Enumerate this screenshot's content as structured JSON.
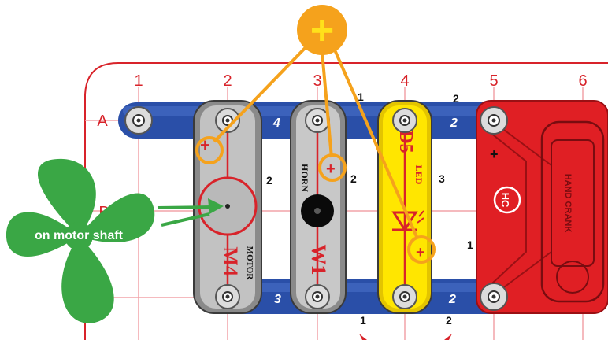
{
  "grid": {
    "columns": [
      "1",
      "2",
      "3",
      "4",
      "5",
      "6"
    ],
    "rows": [
      "A",
      "B"
    ]
  },
  "wire_numbers": {
    "top_blue_left": "4",
    "top_blue_right": "2",
    "top_black_left": "1",
    "top_black_right": "2",
    "bottom_blue_left": "3",
    "bottom_blue_right": "2",
    "bottom_black_left": "1",
    "bottom_black_right": "2",
    "side_motor": "2",
    "side_horn": "2",
    "side_led": "3",
    "side_right": "1"
  },
  "components": {
    "motor": {
      "code": "M4",
      "name": "MOTOR"
    },
    "horn": {
      "code": "W1",
      "name": "HORN"
    },
    "led": {
      "code": "D5",
      "name": "LED"
    },
    "crank": {
      "code": "HC",
      "name": "HAND CRANK"
    }
  },
  "fan": {
    "label": "on motor shaft"
  },
  "callout": {
    "symbol": "+"
  },
  "polarity_symbol": "+",
  "colors": {
    "blue_wire": "#2a4fa8",
    "red_line": "#d8232a",
    "grid_line": "#f2a3a8",
    "callout_orange": "#f5a21c",
    "callout_yellow": "#ffe11a",
    "fan_green": "#3aa745",
    "led_yellow": "#ffe600",
    "crank_red": "#e01f24"
  }
}
